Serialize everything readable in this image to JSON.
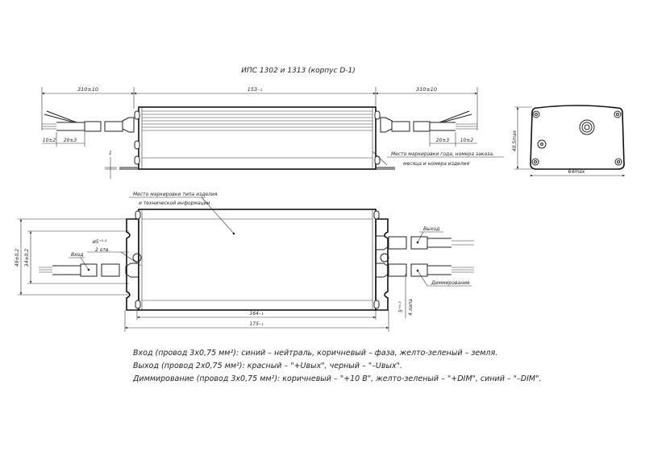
{
  "title": "ИПС 1302 и 1313 (корпус D-1)",
  "top_view": {
    "dim_left_cable": "310±10",
    "dim_body": "153₋₁",
    "dim_right_cable": "310±10",
    "dim_strip_left": "10±2",
    "dim_sleeve_left": "20±3",
    "dim_sleeve_right": "20±3",
    "dim_strip_right": "10±2",
    "dim_flange": "1",
    "marking_note_line1": "Место маркировки года, номера заказа,",
    "marking_note_line2": "месяца и номера изделия"
  },
  "end_view": {
    "dim_height": "40,5max",
    "dim_width": "64max"
  },
  "plan_view": {
    "marking_note_line1": "Место маркировки типа изделия",
    "marking_note_line2": "и технической информации",
    "dim_outer_height": "49±0,2",
    "dim_hole_spacing": "34±0,2",
    "hole_dim": "ø5⁺⁰·³",
    "hole_count": "2 отв.",
    "input_label": "Вход",
    "output_label": "Выход",
    "dimming_label": "Диммирование",
    "dim_body_length": "164₋₁",
    "dim_total_length": "175₋₁",
    "dim_slot": "5⁺⁰·³",
    "dim_foot": "4 лапа"
  },
  "notes": [
    "Вход (провод 3х0,75 мм²): синий – нейтраль, коричневый – фаза, желто-зеленый – земля.",
    "Выход (провод 2х0,75 мм²): красный – \"+Uвых\", черный – \"–Uвых\".",
    "Диммирование (провод 3х0,75 мм²): коричневый – \"+10 В\", желто-зеленый – \"+DIM\", синий – \"–DIM\"."
  ]
}
